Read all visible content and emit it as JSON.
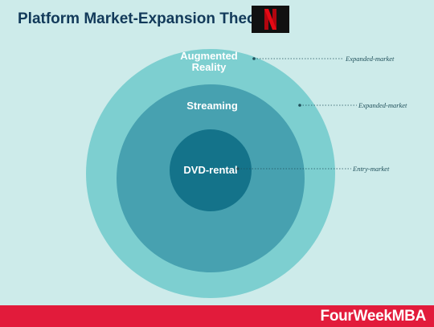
{
  "title": "Platform Market-Expansion Theory",
  "logo": {
    "name": "netflix-logo",
    "letter": "N"
  },
  "diagram": {
    "rings": [
      {
        "label_lines": [
          "Augmented",
          "Reality"
        ],
        "annotation": "Expanded-market"
      },
      {
        "label_lines": [
          "Streaming"
        ],
        "annotation": "Expanded-market"
      },
      {
        "label_lines": [
          "DVD-rental"
        ],
        "annotation": "Entry-market"
      }
    ],
    "colors": {
      "background": "#cdebea",
      "outer": "#7dcfd0",
      "middle": "#47a1b0",
      "inner": "#14738a",
      "label": "#ffffff",
      "annotation": "#1f4f5a"
    }
  },
  "footer": {
    "brand": "FourWeekMBA",
    "color": "#e21b3b"
  }
}
